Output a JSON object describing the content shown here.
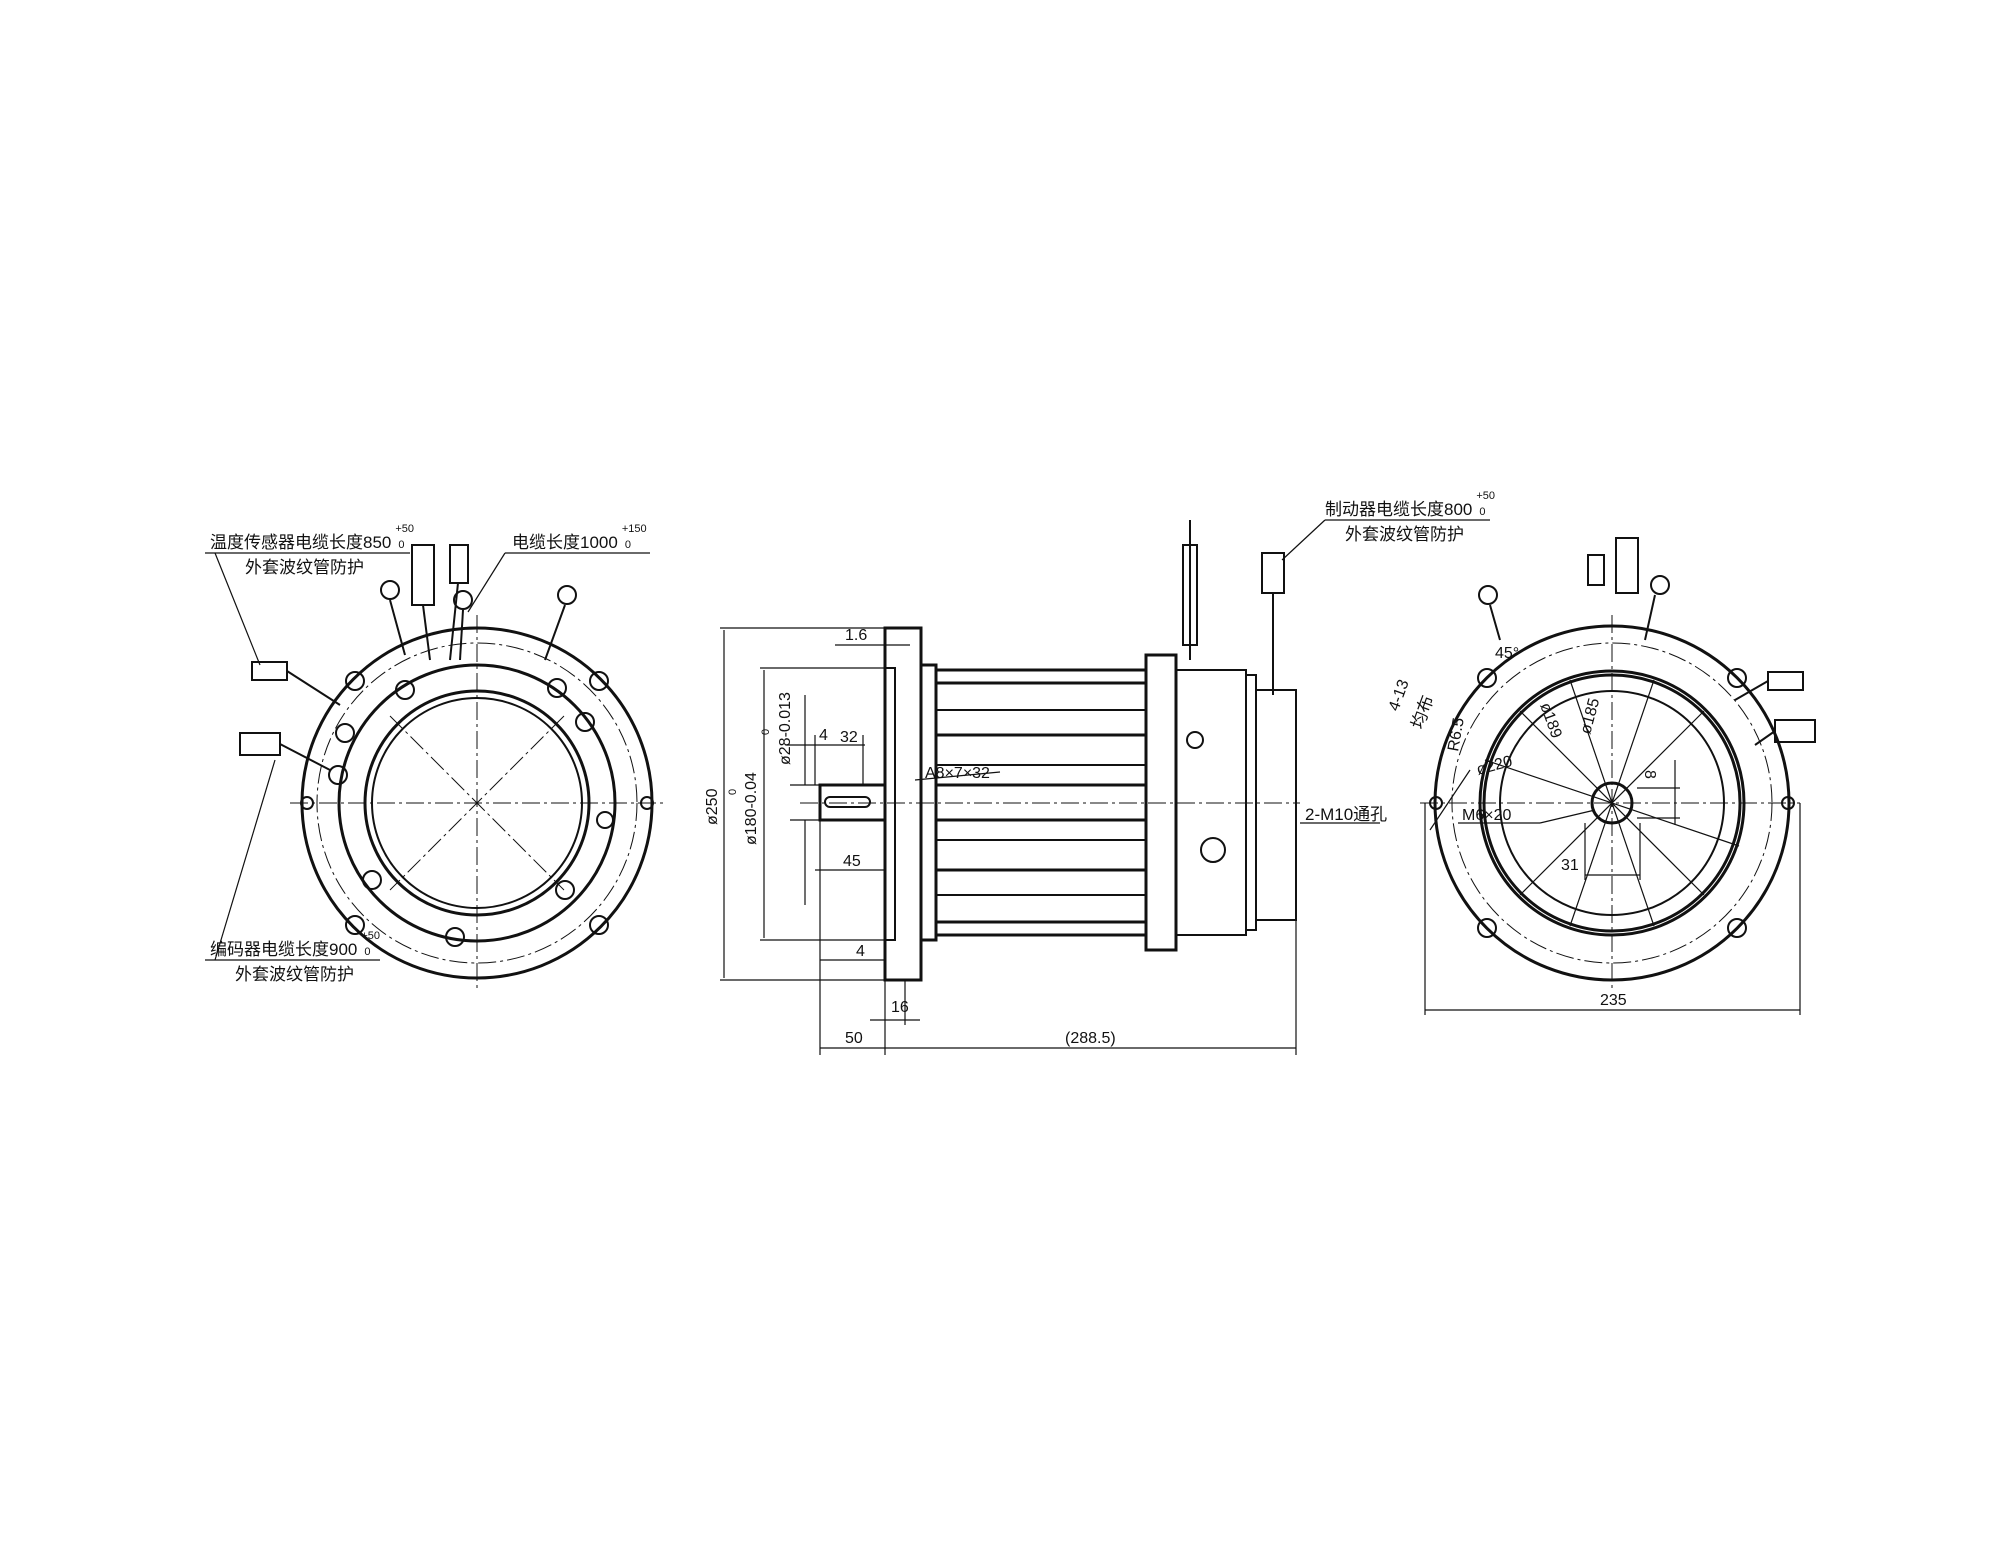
{
  "left_view": {
    "temp_sensor_cable": {
      "text": "温度传感器电缆长度850",
      "tol_upper": "+50",
      "tol_lower": "0",
      "sub": "外套波纹管防护"
    },
    "power_cable": {
      "text": "电缆长度1000",
      "tol_upper": "+150",
      "tol_lower": "0"
    },
    "encoder_cable": {
      "text": "编码器电缆长度900",
      "tol_upper": "+50",
      "tol_lower": "0",
      "sub": "外套波纹管防护"
    }
  },
  "side_view": {
    "dim_1_6": "1.6",
    "dim_shaft_dia": "ø28-0.013",
    "dim_shaft_dia_upper": "0",
    "dim_key_offset": "4",
    "dim_key_len": "32",
    "key_spec": "A8×7×32",
    "dim_250": "ø250",
    "dim_180": "ø180-0.04",
    "dim_180_upper": "0",
    "dim_45": "45",
    "dim_4_bottom": "4",
    "dim_16": "16",
    "dim_50": "50",
    "dim_total": "(288.5)",
    "holes_note": "2-M10通孔",
    "brake_cable": {
      "text": "制动器电缆长度800",
      "tol_upper": "+50",
      "tol_lower": "0",
      "sub": "外套波纹管防护"
    }
  },
  "right_view": {
    "angle": "45°",
    "holes": "4-13",
    "holes_sub": "均布",
    "radius": "R6.5",
    "dia_189": "ø189",
    "dia_185": "ø185",
    "dia_220": "ø220",
    "dim_8": "8",
    "thread": "M6×20",
    "dim_31": "31",
    "dim_235": "235"
  }
}
